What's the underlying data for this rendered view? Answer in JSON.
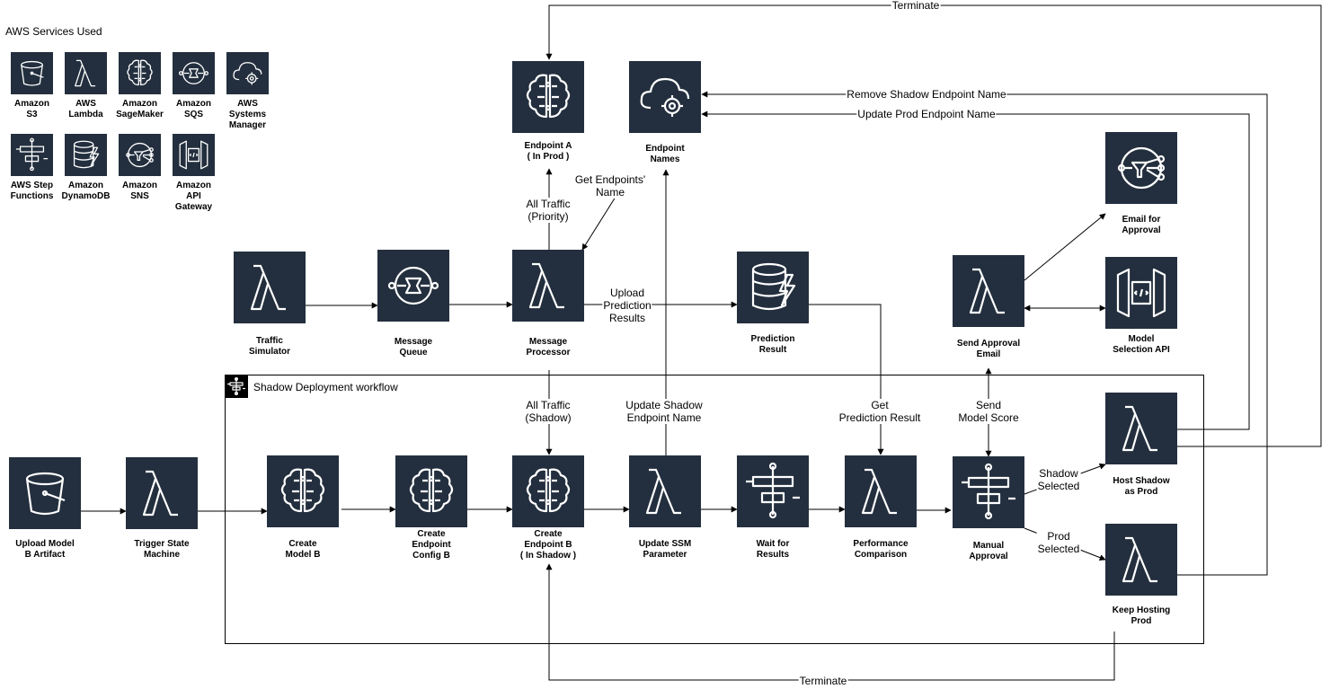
{
  "legend": {
    "title": "AWS Services Used",
    "items": [
      {
        "label": "Amazon\nS3",
        "icon": "bucket"
      },
      {
        "label": "AWS\nLambda",
        "icon": "lambda"
      },
      {
        "label": "Amazon\nSageMaker",
        "icon": "brain"
      },
      {
        "label": "Amazon\nSQS",
        "icon": "queue"
      },
      {
        "label": "AWS\nSystems\nManager",
        "icon": "cloud-gear"
      },
      {
        "label": "AWS Step\nFunctions",
        "icon": "steps"
      },
      {
        "label": "Amazon\nDynamoDB",
        "icon": "dynamo"
      },
      {
        "label": "Amazon\nSNS",
        "icon": "sns"
      },
      {
        "label": "Amazon\nAPI\nGateway",
        "icon": "api"
      }
    ]
  },
  "workflow": {
    "title": "Shadow Deployment workflow"
  },
  "nodes": {
    "endpoint_a": {
      "label": "Endpoint A\n( In Prod )",
      "icon": "brain"
    },
    "endpoint_names": {
      "label": "Endpoint\nNames",
      "icon": "cloud-gear"
    },
    "email_approval": {
      "label": "Email for\nApproval",
      "icon": "sns"
    },
    "traffic_sim": {
      "label": "Traffic\nSimulator",
      "icon": "lambda"
    },
    "message_queue": {
      "label": "Message\nQueue",
      "icon": "queue"
    },
    "message_processor": {
      "label": "Message\nProcessor",
      "icon": "lambda"
    },
    "prediction_result": {
      "label": "Prediction\nResult",
      "icon": "dynamo"
    },
    "send_approval": {
      "label": "Send Approval\nEmail",
      "icon": "lambda"
    },
    "model_selection_api": {
      "label": "Model\nSelection API",
      "icon": "api"
    },
    "upload_model": {
      "label": "Upload Model\nB Artifact",
      "icon": "bucket"
    },
    "trigger_sm": {
      "label": "Trigger State\nMachine",
      "icon": "lambda"
    },
    "create_model": {
      "label": "Create\nModel B",
      "icon": "brain"
    },
    "create_config": {
      "label": "Create\nEndpoint\nConfig B",
      "icon": "brain"
    },
    "create_endpoint_b": {
      "label": "Create\nEndpoint B\n( In Shadow )",
      "icon": "brain"
    },
    "update_ssm": {
      "label": "Update SSM\nParameter",
      "icon": "lambda"
    },
    "wait_results": {
      "label": "Wait for\nResults",
      "icon": "steps"
    },
    "perf_comparison": {
      "label": "Performance\nComparison",
      "icon": "lambda"
    },
    "manual_approval": {
      "label": "Manual\nApproval",
      "icon": "steps"
    },
    "host_shadow": {
      "label": "Host Shadow\nas Prod",
      "icon": "lambda"
    },
    "keep_prod": {
      "label": "Keep Hosting\nProd",
      "icon": "lambda"
    }
  },
  "edge_labels": {
    "terminate_top": "Terminate",
    "remove_shadow": "Remove Shadow Endpoint Name",
    "update_prod": "Update Prod Endpoint Name",
    "get_endpoints": "Get Endpoints'\nName",
    "all_traffic_priority": "All Traffic\n(Priority)",
    "upload_prediction": "Upload\nPrediction\nResults",
    "all_traffic_shadow": "All Traffic\n(Shadow)",
    "update_shadow_name": "Update Shadow\nEndpoint Name",
    "get_prediction": "Get\nPrediction Result",
    "send_model_score": "Send\nModel Score",
    "shadow_selected": "Shadow\nSelected",
    "prod_selected": "Prod\nSelected",
    "terminate_bottom": "Terminate"
  }
}
